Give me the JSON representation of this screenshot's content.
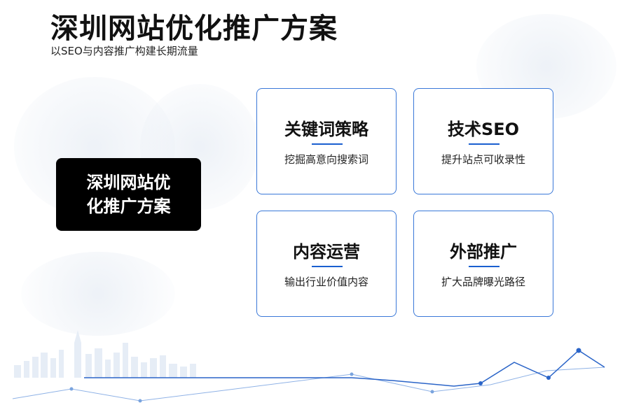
{
  "title": "深圳网站优化推广方案",
  "subtitle": "以SEO与内容推广构建长期流量",
  "center": {
    "line1": "深圳网站优",
    "line2": "化推广方案"
  },
  "cards": [
    {
      "title": "关键词策略",
      "desc": "挖掘高意向搜索词"
    },
    {
      "title": "技术SEO",
      "desc": "提升站点可收录性"
    },
    {
      "title": "内容运营",
      "desc": "输出行业价值内容"
    },
    {
      "title": "外部推广",
      "desc": "扩大品牌曝光路径"
    }
  ],
  "colors": {
    "accent": "#1a5fd0",
    "card_border": "#3a78d8",
    "center_bg": "#000000"
  }
}
